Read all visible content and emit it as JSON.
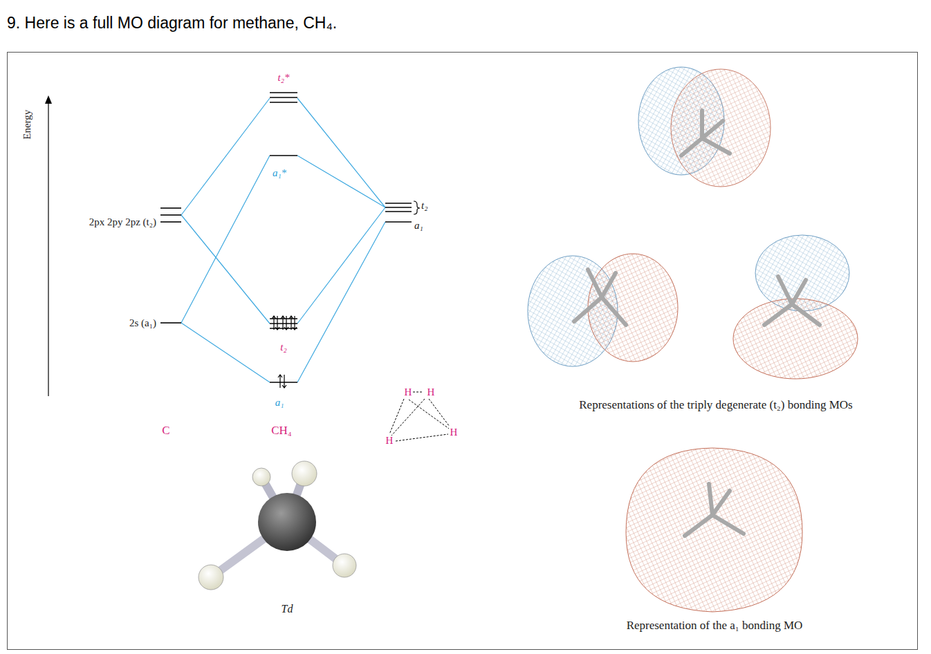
{
  "diagram": {
    "title": "9. Here is a full MO diagram for methane, CH₄.",
    "labels": [
      "Energy",
      "t₂*",
      "a₁*",
      "2px 2py 2pz (t₂)",
      "2s (a₁)",
      "t₂",
      "a₁",
      "C",
      "CH₄",
      "t₂",
      "a₁",
      "H",
      "H",
      "H",
      "H",
      "Td",
      "Representations of the triply degenerate (t₂) bonding MOs",
      "Representation of the a₁ bonding MO"
    ]
  }
}
